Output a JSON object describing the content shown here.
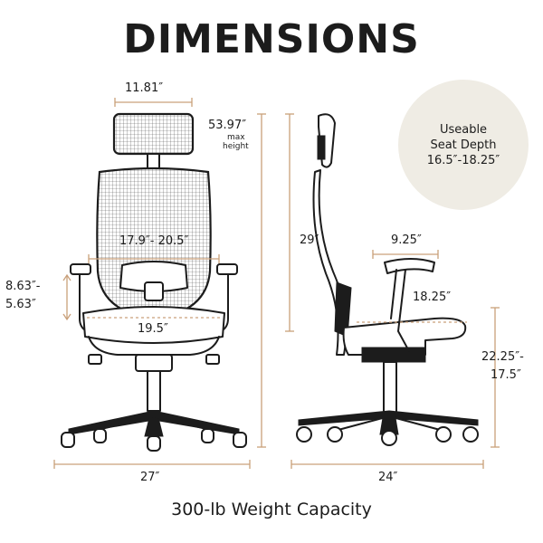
{
  "title": "DIMENSIONS",
  "footer": "300-lb Weight Capacity",
  "badge": {
    "line1": "Useable",
    "line2": "Seat Depth",
    "line3": "16.5″-18.25″"
  },
  "front": {
    "headrest_width": "11.81″",
    "max_height": "53.97″",
    "max_height_note_1": "max",
    "max_height_note_2": "height",
    "back_width": "17.9″- 20.5″",
    "arm_height_1": "8.63″-",
    "arm_height_2": "5.63″",
    "seat_width": "19.5″",
    "base_width": "27″"
  },
  "side": {
    "back_height": "29″",
    "arm_depth": "9.25″",
    "seat_depth": "18.25″",
    "seat_height_1": "22.25″-",
    "seat_height_2": "17.5″",
    "base_depth": "24″"
  },
  "colors": {
    "dimension_line": "#c9a07a",
    "badge_bg": "#efece4",
    "ink": "#1c1c1c"
  }
}
